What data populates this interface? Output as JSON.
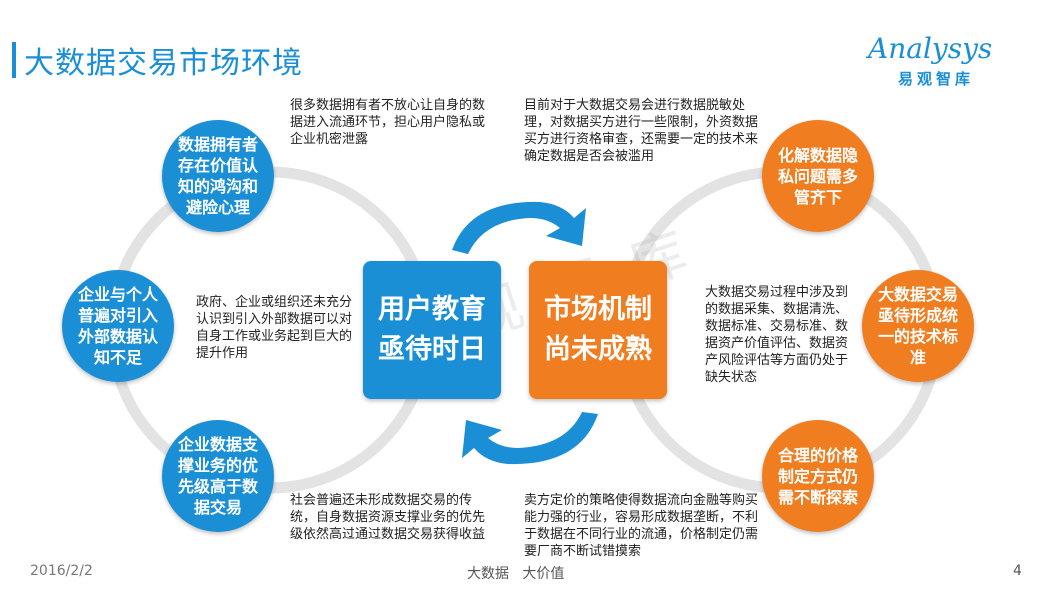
{
  "header": {
    "title": "大数据交易市场环境"
  },
  "logo": {
    "wordmark": "Analysys",
    "sub": "易观智库"
  },
  "center": {
    "left": "用户教育\n亟待时日",
    "right": "市场机制\n尚未成熟"
  },
  "watermark": "易观智库",
  "left_circles": [
    {
      "label": "数据拥有者存在价值认知的鸿沟和避险心理"
    },
    {
      "label": "企业与个人普遍对引入外部数据认知不足"
    },
    {
      "label": "企业数据支撑业务的优先级高于数据交易"
    }
  ],
  "right_circles": [
    {
      "label": "化解数据隐私问题需多管齐下"
    },
    {
      "label": "大数据交易亟待形成统一的技术标准"
    },
    {
      "label": "合理的价格制定方式仍需不断探索"
    }
  ],
  "notes": {
    "left_top": "很多数据拥有者不放心让自身的数据进入流通环节，担心用户隐私或企业机密泄露",
    "left_mid": "政府、企业或组织还未充分认识到引入外部数据可以对自身工作或业务起到巨大的提升作用",
    "left_bottom": "社会普遍还未形成数据交易的传统，自身数据资源支撑业务的优先级依然高过通过数据交易获得收益",
    "right_top": "目前对于大数据交易会进行数据脱敏处理，对数据买方进行一些限制，外资数据买方进行资格审查，还需要一定的技术来确定数据是否会被滥用",
    "right_mid": "大数据交易过程中涉及到的数据采集、数据清洗、数据标准、交易标准、数据资产价值评估、数据资产风险评估等方面仍处于缺失状态",
    "right_bottom": "卖方定价的策略使得数据流向金融等购买能力强的行业，容易形成数据垄断，不利于数据在不同行业的流通，价格制定仍需要厂商不断试错摸索"
  },
  "footer": {
    "date": "2016/2/2",
    "center": "大数据   大价值",
    "page": "4"
  },
  "colors": {
    "blue": "#1a8fd6",
    "orange": "#f07d1f",
    "ring": "#e3e3e3"
  }
}
